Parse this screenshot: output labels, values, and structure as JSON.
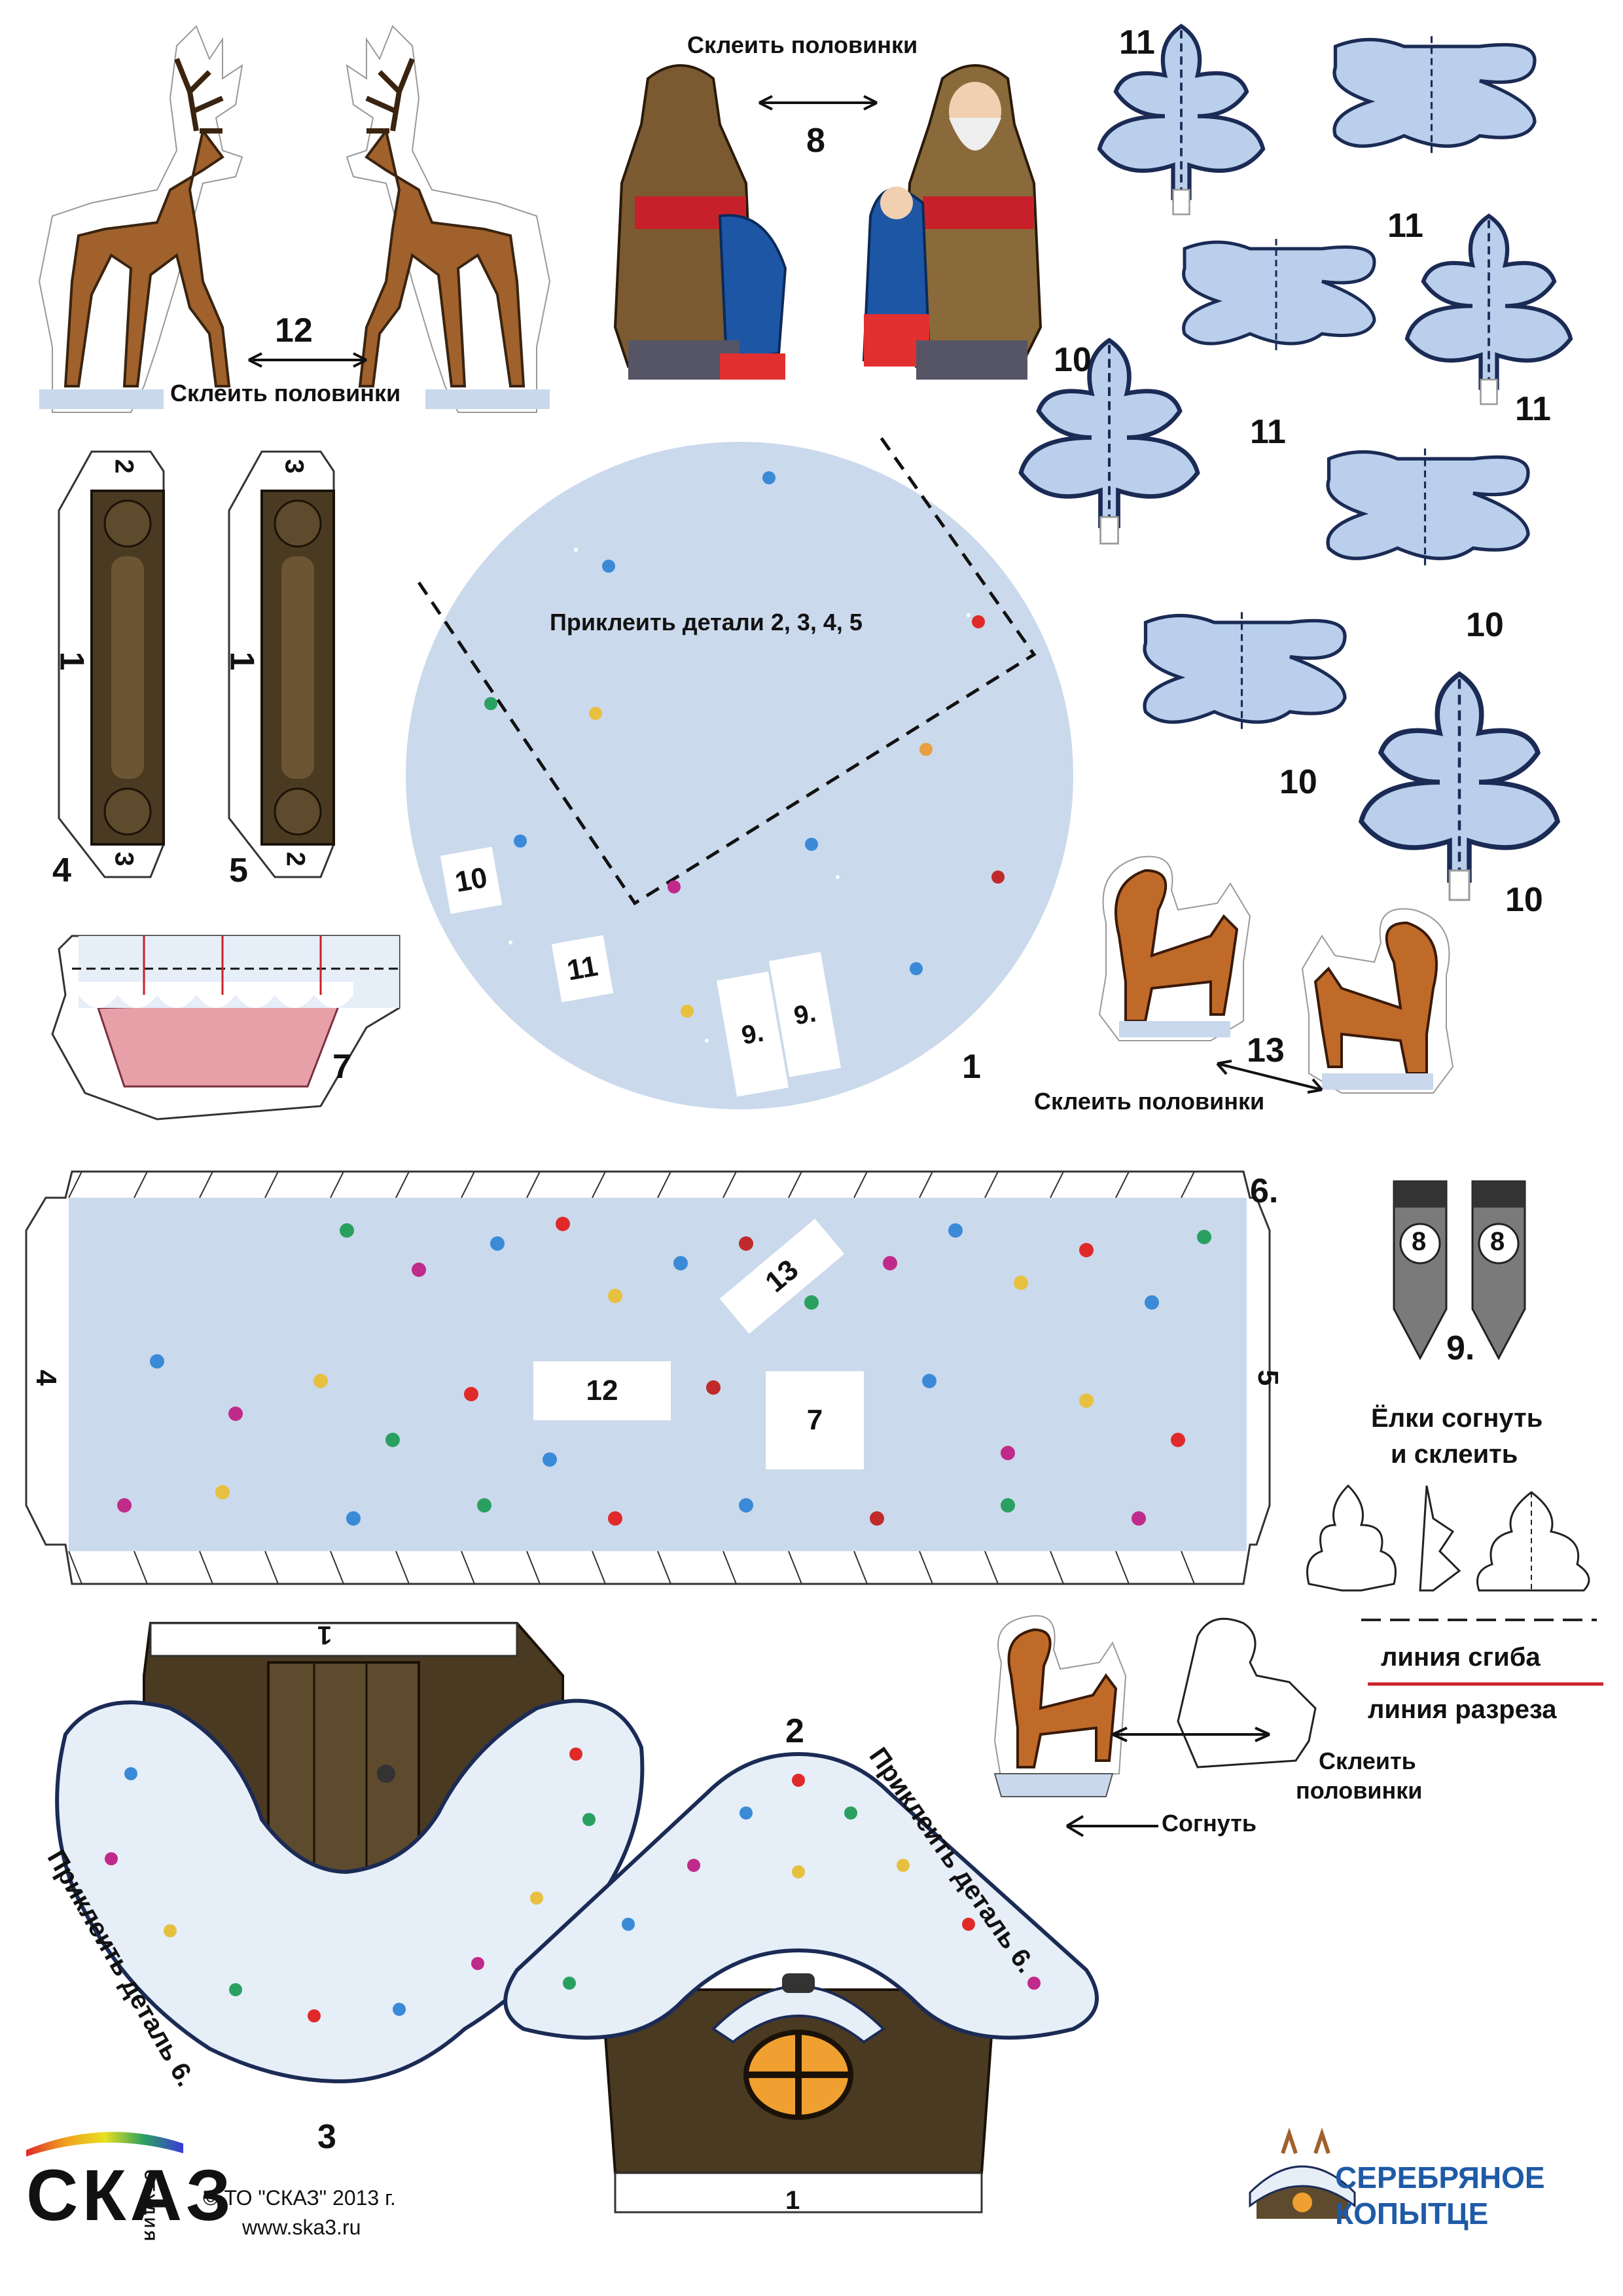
{
  "labels": {
    "glue_halves": "Склеить половинки",
    "glue_parts": "Приклеить детали 2, 3, 4, 5",
    "glue_part6": "Приклеить деталь 6.",
    "fold": "Согнуть",
    "trees_line1": "Ёлки согнуть",
    "trees_line2": "и склеить",
    "fold_line": "линия сгиба",
    "cut_line": "линия разреза",
    "glue_halves_line1": "Склеить",
    "glue_halves_line2": "половинки"
  },
  "numbers": {
    "n1": "1",
    "n2": "2",
    "n3": "3",
    "n4": "4",
    "n5": "5",
    "n6": "6.",
    "n7": "7",
    "n8": "8",
    "n9": "9.",
    "n10": "10",
    "n11": "11",
    "n12": "12",
    "n13": "13"
  },
  "footer": {
    "studio_vertical": "СТУДИЯ",
    "studio_logo": "СКАЗ",
    "copyright": "© ТО \"СКАЗ\" 2013 г.",
    "website": "www.ska3.ru",
    "brand_line1": "СЕРЕБРЯНОЕ",
    "brand_line2": "КОПЫТЦЕ"
  },
  "colors": {
    "snow": "#c9d8ec",
    "log": "#4a3a22",
    "deer": "#a0612c",
    "cat": "#c06a2a",
    "brand_blue": "#1f5aa6"
  }
}
